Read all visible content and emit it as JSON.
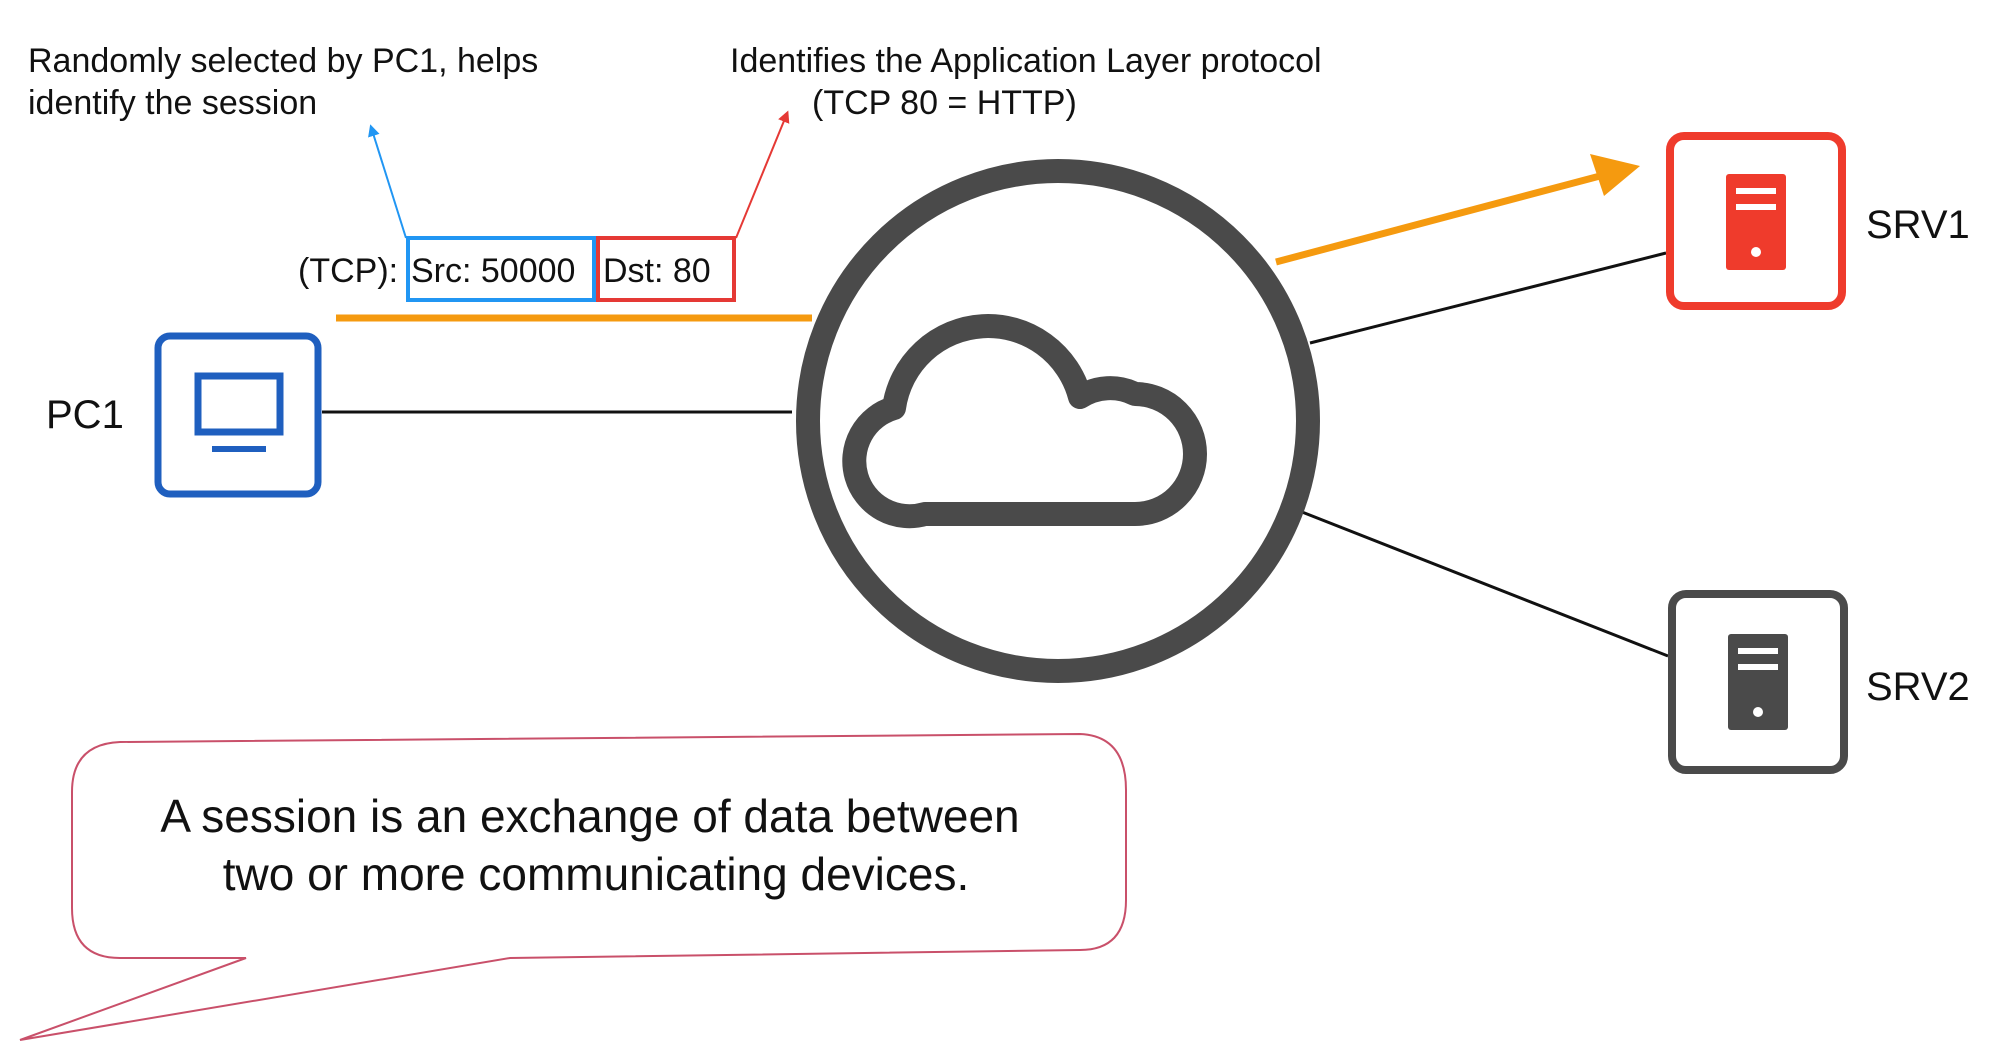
{
  "annotations": {
    "src_note_line1": "Randomly selected by PC1, helps",
    "src_note_line2": "identify the session",
    "dst_note_line1": "Identifies the Application Layer protocol",
    "dst_note_line2": "(TCP 80 = HTTP)"
  },
  "header": {
    "protocol": "(TCP):",
    "src": "Src: 50000",
    "dst": "Dst: 80"
  },
  "devices": {
    "pc1": "PC1",
    "srv1": "SRV1",
    "srv2": "SRV2"
  },
  "callout": {
    "line1": "A session is an exchange of data between",
    "line2": "two or more communicating devices."
  },
  "colors": {
    "pc": "#1f5fbf",
    "srv1": "#ef3b2c",
    "srv2": "#4a4a4a",
    "flow": "#f59a0f",
    "src_box": "#2196f3",
    "dst_box": "#e53935",
    "cloud": "#4a4a4a",
    "callout_border": "#c9506a"
  },
  "icons": {
    "pc": "monitor-icon",
    "server": "server-icon",
    "network": "cloud-icon"
  }
}
